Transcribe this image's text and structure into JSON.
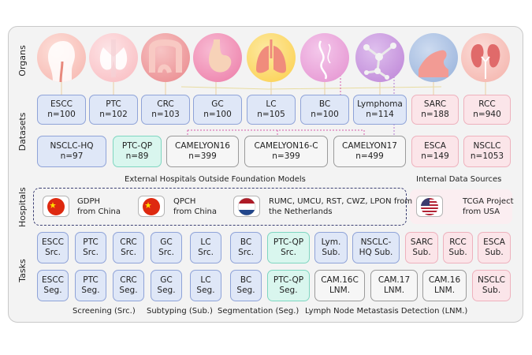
{
  "rows": {
    "organs": "Organs",
    "datasets": "Datasets",
    "hospitals": "Hospitals",
    "tasks": "Tasks"
  },
  "organs": [
    {
      "name": "head-neck",
      "color": "#f6b4ad"
    },
    {
      "name": "thyroid",
      "color": "#f9b9be"
    },
    {
      "name": "colon",
      "color": "#e9868a"
    },
    {
      "name": "stomach",
      "color": "#ec7aa6"
    },
    {
      "name": "lung",
      "color": "#fbcf4a"
    },
    {
      "name": "breast",
      "color": "#e490cf"
    },
    {
      "name": "lymph",
      "color": "#bc82d6"
    },
    {
      "name": "muscle",
      "color": "#95b0da"
    },
    {
      "name": "kidney",
      "color": "#f4b1a9"
    }
  ],
  "datasets": {
    "row1": [
      {
        "l1": "ESCC",
        "l2": "n=100",
        "style": "blue"
      },
      {
        "l1": "PTC",
        "l2": "n=102",
        "style": "blue"
      },
      {
        "l1": "CRC",
        "l2": "n=103",
        "style": "blue"
      },
      {
        "l1": "GC",
        "l2": "n=100",
        "style": "blue"
      },
      {
        "l1": "LC",
        "l2": "n=105",
        "style": "blue"
      },
      {
        "l1": "BC",
        "l2": "n=100",
        "style": "blue"
      },
      {
        "l1": "Lymphoma",
        "l2": "n=114",
        "style": "blue"
      },
      {
        "l1": "SARC",
        "l2": "n=188",
        "style": "pink"
      },
      {
        "l1": "RCC",
        "l2": "n=940",
        "style": "pink"
      }
    ],
    "row2": [
      {
        "l1": "NSCLC-HQ",
        "l2": "n=97",
        "style": "blue"
      },
      {
        "l1": "PTC-QP",
        "l2": "n=89",
        "style": "teal"
      },
      {
        "l1": "CAMELYON16",
        "l2": "n=399",
        "style": "gray"
      },
      {
        "l1": "CAMELYON16-C",
        "l2": "n=399",
        "style": "gray"
      },
      {
        "l1": "CAMELYON17",
        "l2": "n=499",
        "style": "gray"
      },
      {
        "l1": "ESCA",
        "l2": "n=149",
        "style": "pink"
      },
      {
        "l1": "NSCLC",
        "l2": "n=1053",
        "style": "pink"
      }
    ],
    "external_caption": "External Hospitals Outside Foundation Models",
    "internal_caption": "Internal Data Sources"
  },
  "hospitals": [
    {
      "flag": "china",
      "l1": "GDPH",
      "l2": "from China"
    },
    {
      "flag": "china",
      "l1": "QPCH",
      "l2": "from China"
    },
    {
      "flag": "netherlands",
      "l1": "RUMC, UMCU, RST, CWZ, LPON from",
      "l2": "the Netherlands"
    },
    {
      "flag": "usa",
      "l1": "TCGA Project",
      "l2": "from USA"
    }
  ],
  "tasks": {
    "row1": [
      {
        "l1": "ESCC",
        "l2": "Src.",
        "style": "blue"
      },
      {
        "l1": "PTC",
        "l2": "Src.",
        "style": "blue"
      },
      {
        "l1": "CRC",
        "l2": "Src.",
        "style": "blue"
      },
      {
        "l1": "GC",
        "l2": "Src.",
        "style": "blue"
      },
      {
        "l1": "LC",
        "l2": "Src.",
        "style": "blue"
      },
      {
        "l1": "BC",
        "l2": "Src.",
        "style": "blue"
      },
      {
        "l1": "PTC-QP",
        "l2": "Src.",
        "style": "teal"
      },
      {
        "l1": "Lym.",
        "l2": "Sub.",
        "style": "blue"
      },
      {
        "l1": "NSCLC-",
        "l2": "HQ Sub.",
        "style": "blue"
      },
      {
        "l1": "SARC",
        "l2": "Sub.",
        "style": "pink"
      },
      {
        "l1": "RCC",
        "l2": "Sub.",
        "style": "pink"
      },
      {
        "l1": "ESCA",
        "l2": "Sub.",
        "style": "pink"
      }
    ],
    "row2": [
      {
        "l1": "ESCC",
        "l2": "Seg.",
        "style": "blue"
      },
      {
        "l1": "PTC",
        "l2": "Seg.",
        "style": "blue"
      },
      {
        "l1": "CRC",
        "l2": "Seg.",
        "style": "blue"
      },
      {
        "l1": "GC",
        "l2": "Seg.",
        "style": "blue"
      },
      {
        "l1": "LC",
        "l2": "Seg.",
        "style": "blue"
      },
      {
        "l1": "BC",
        "l2": "Seg.",
        "style": "blue"
      },
      {
        "l1": "PTC-QP",
        "l2": "Seg.",
        "style": "teal"
      },
      {
        "l1": "CAM.16C",
        "l2": "LNM.",
        "style": "gray"
      },
      {
        "l1": "CAM.17",
        "l2": "LNM.",
        "style": "gray"
      },
      {
        "l1": "CAM.16",
        "l2": "LNM.",
        "style": "gray"
      },
      {
        "l1": "NSCLC",
        "l2": "Sub.",
        "style": "pink"
      }
    ],
    "legend": [
      "Screening (Src.)",
      "Subtyping (Sub.)",
      "Segmentation (Seg.)",
      "Lymph Node Metastasis Detection (LNM.)"
    ]
  }
}
